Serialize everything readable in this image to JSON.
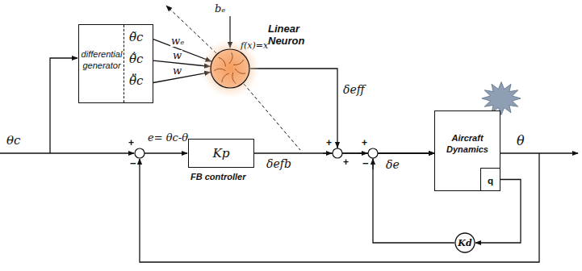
{
  "diagram": {
    "nodes": [
      {
        "text": [
          "differential generator",
          "θ̃c",
          "θ̃̇c",
          "θ̃̈c"
        ]
      },
      {
        "text": [
          "f(x)=x",
          "Linear Neuron"
        ]
      },
      {
        "text": [
          "Kp",
          "FB controller"
        ]
      },
      {
        "text": [
          "Aircraft Dynamics"
        ]
      },
      {
        "text": [
          "q"
        ],
        "in": 3
      },
      {
        "text": [
          "Kd"
        ]
      }
    ],
    "edges": [
      {
        "from": 0,
        "to": 1,
        "arrow": "to",
        "label": "wₑ"
      },
      {
        "from": 0,
        "to": 1,
        "arrow": "to",
        "label": "w"
      },
      {
        "from": 0,
        "to": 1,
        "arrow": "to",
        "label": "w"
      },
      {
        "from": 1,
        "to": 3,
        "arrow": "to"
      },
      {
        "from": 2,
        "to": 3,
        "arrow": "to"
      },
      {
        "from": 4,
        "to": 5,
        "arrow": "to"
      },
      {
        "from": 5,
        "to": 3,
        "arrow": "to"
      }
    ],
    "labels": [
      "bₑ",
      "θc",
      "e= θc-θ",
      "δefb",
      "δeff",
      "δe",
      "θ",
      "+",
      "−",
      "+",
      "+",
      "−",
      "+"
    ]
  }
}
